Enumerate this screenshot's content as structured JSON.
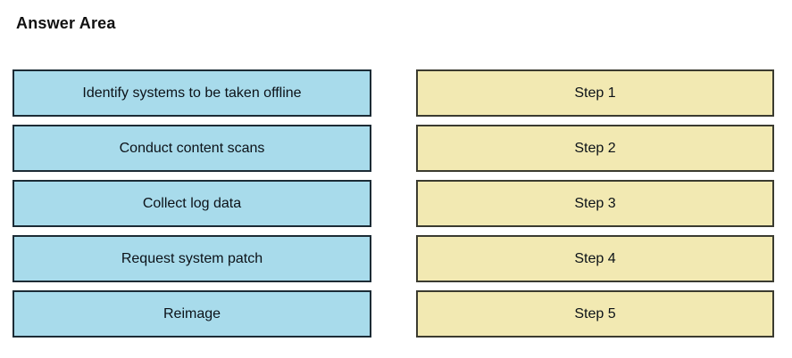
{
  "title": "Answer Area",
  "colors": {
    "background": "#ffffff",
    "item_fill": "#a8dbeb",
    "item_border": "#1c2b35",
    "step_fill": "#f2e9b2",
    "step_border": "#3b3b30",
    "text": "#0c1218"
  },
  "left_items": [
    {
      "label": "Identify systems to be taken offline"
    },
    {
      "label": "Conduct content scans"
    },
    {
      "label": "Collect log data"
    },
    {
      "label": "Request system patch"
    },
    {
      "label": "Reimage"
    }
  ],
  "right_steps": [
    {
      "label": "Step 1"
    },
    {
      "label": "Step 2"
    },
    {
      "label": "Step 3"
    },
    {
      "label": "Step 4"
    },
    {
      "label": "Step 5"
    }
  ]
}
